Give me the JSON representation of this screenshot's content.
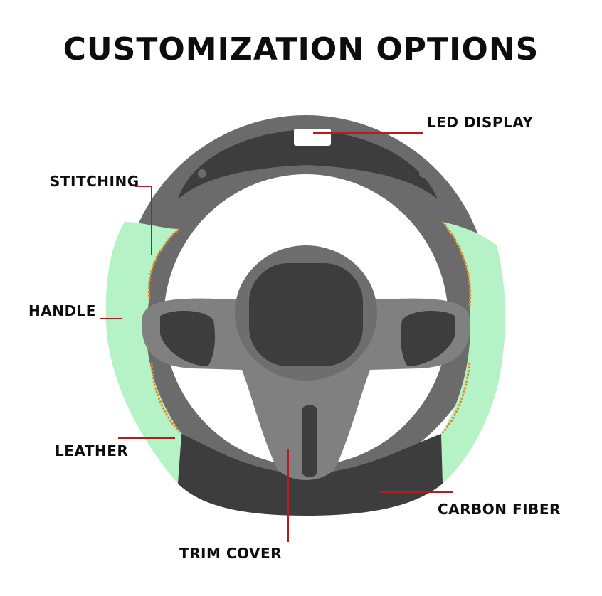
{
  "title": "CUSTOMIZATION OPTIONS",
  "labels": {
    "led_display": "LED DISPLAY",
    "stitching": "STITCHING",
    "handle": "HANDLE",
    "leather": "LEATHER",
    "carbon_fiber": "CARBON FIBER",
    "trim_cover": "TRIM COVER"
  },
  "colors": {
    "rim_gray": "#6e6e6e",
    "dark_panel": "#3d3d3d",
    "grip_green": "#b5f2c6",
    "stitch_orange": "#e08a2c",
    "leader_red": "#b71c1c",
    "hub_gray": "#7a7a7a"
  }
}
